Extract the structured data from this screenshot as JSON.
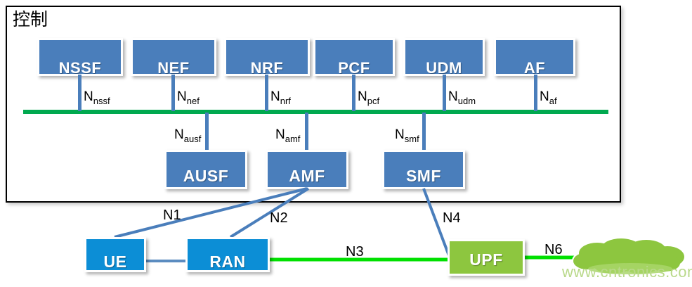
{
  "diagram": {
    "title": "控制",
    "watermark": "www.cntronics.com",
    "colors": {
      "control_box_blue": "#4a7ebb",
      "access_blue": "#0c8ed6",
      "upf_green": "#8dc63f",
      "bus_green": "#00a94f",
      "n3_green": "#00e000",
      "frame_black": "#000000",
      "watermark_green": "#b9d98a"
    },
    "control_plane": {
      "top_row": [
        {
          "label": "NSSF",
          "interface": "N",
          "interface_sub": "nssf"
        },
        {
          "label": "NEF",
          "interface": "N",
          "interface_sub": "nef"
        },
        {
          "label": "NRF",
          "interface": "N",
          "interface_sub": "nrf"
        },
        {
          "label": "PCF",
          "interface": "N",
          "interface_sub": "pcf"
        },
        {
          "label": "UDM",
          "interface": "N",
          "interface_sub": "udm"
        },
        {
          "label": "AF",
          "interface": "N",
          "interface_sub": "af"
        }
      ],
      "bottom_row": [
        {
          "label": "AUSF",
          "interface": "N",
          "interface_sub": "ausf"
        },
        {
          "label": "AMF",
          "interface": "N",
          "interface_sub": "amf"
        },
        {
          "label": "SMF",
          "interface": "N",
          "interface_sub": "smf"
        }
      ]
    },
    "user_plane": {
      "nodes": [
        {
          "label": "UE"
        },
        {
          "label": "RAN"
        },
        {
          "label": "UPF"
        }
      ],
      "cloud": {
        "label": ""
      }
    },
    "reference_points": [
      {
        "name": "N1"
      },
      {
        "name": "N2"
      },
      {
        "name": "N3"
      },
      {
        "name": "N4"
      },
      {
        "name": "N6"
      }
    ]
  }
}
